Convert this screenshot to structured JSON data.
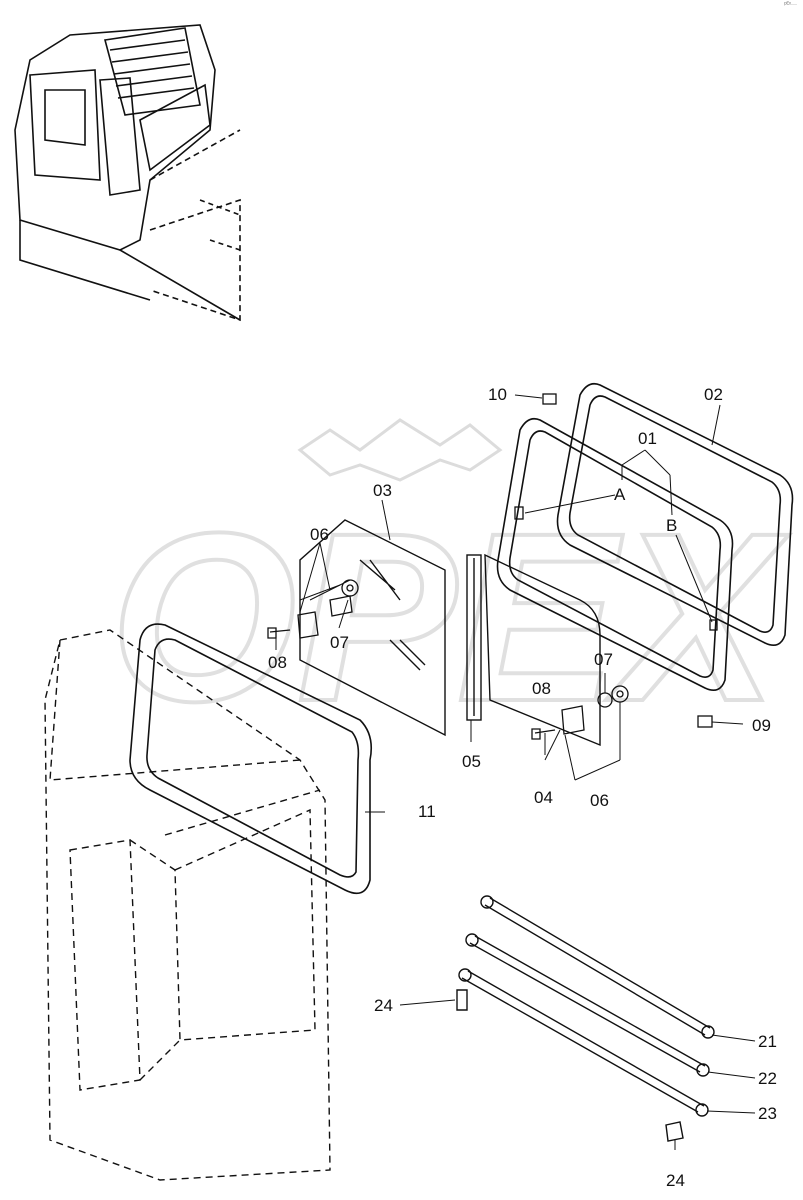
{
  "corner_mark": "ᵖᴱˣ···",
  "watermark": "OPEX",
  "parts": {
    "p01": "01",
    "p02": "02",
    "p03": "03",
    "p04": "04",
    "p05": "05",
    "p06a": "06",
    "p06b": "06",
    "p07a": "07",
    "p07b": "07",
    "p08a": "08",
    "p08b": "08",
    "p09": "09",
    "p10": "10",
    "p11": "11",
    "p21": "21",
    "p22": "22",
    "p23": "23",
    "p24a": "24",
    "p24b": "24"
  },
  "refs": {
    "A": "A",
    "B": "B"
  }
}
